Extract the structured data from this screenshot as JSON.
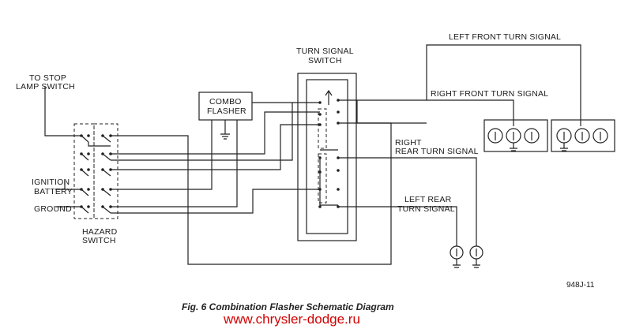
{
  "labels": {
    "to_stop_lamp_switch_1": "TO STOP",
    "to_stop_lamp_switch_2": "LAMP SWITCH",
    "turn_signal_switch_1": "TURN SIGNAL",
    "turn_signal_switch_2": "SWITCH",
    "combo_flasher_1": "COMBO",
    "combo_flasher_2": "FLASHER",
    "left_front_turn_signal": "LEFT FRONT TURN SIGNAL",
    "right_front_turn_signal": "RIGHT FRONT TURN SIGNAL",
    "right_rear_turn_signal_1": "RIGHT",
    "right_rear_turn_signal_2": "REAR TURN SIGNAL",
    "left_rear_turn_signal_1": "LEFT REAR",
    "left_rear_turn_signal_2": "TURN SIGNAL",
    "ignition": "IGNITION",
    "battery": "BATTERY",
    "ground": "GROUND",
    "hazard_switch_1": "HAZARD",
    "hazard_switch_2": "SWITCH",
    "figure_code": "948J-11"
  },
  "caption": "Fig. 6 Combination Flasher Schematic Diagram",
  "watermark": "www.chrysler-dodge.ru",
  "colors": {
    "line": "#222222",
    "watermark": "#d40000"
  }
}
